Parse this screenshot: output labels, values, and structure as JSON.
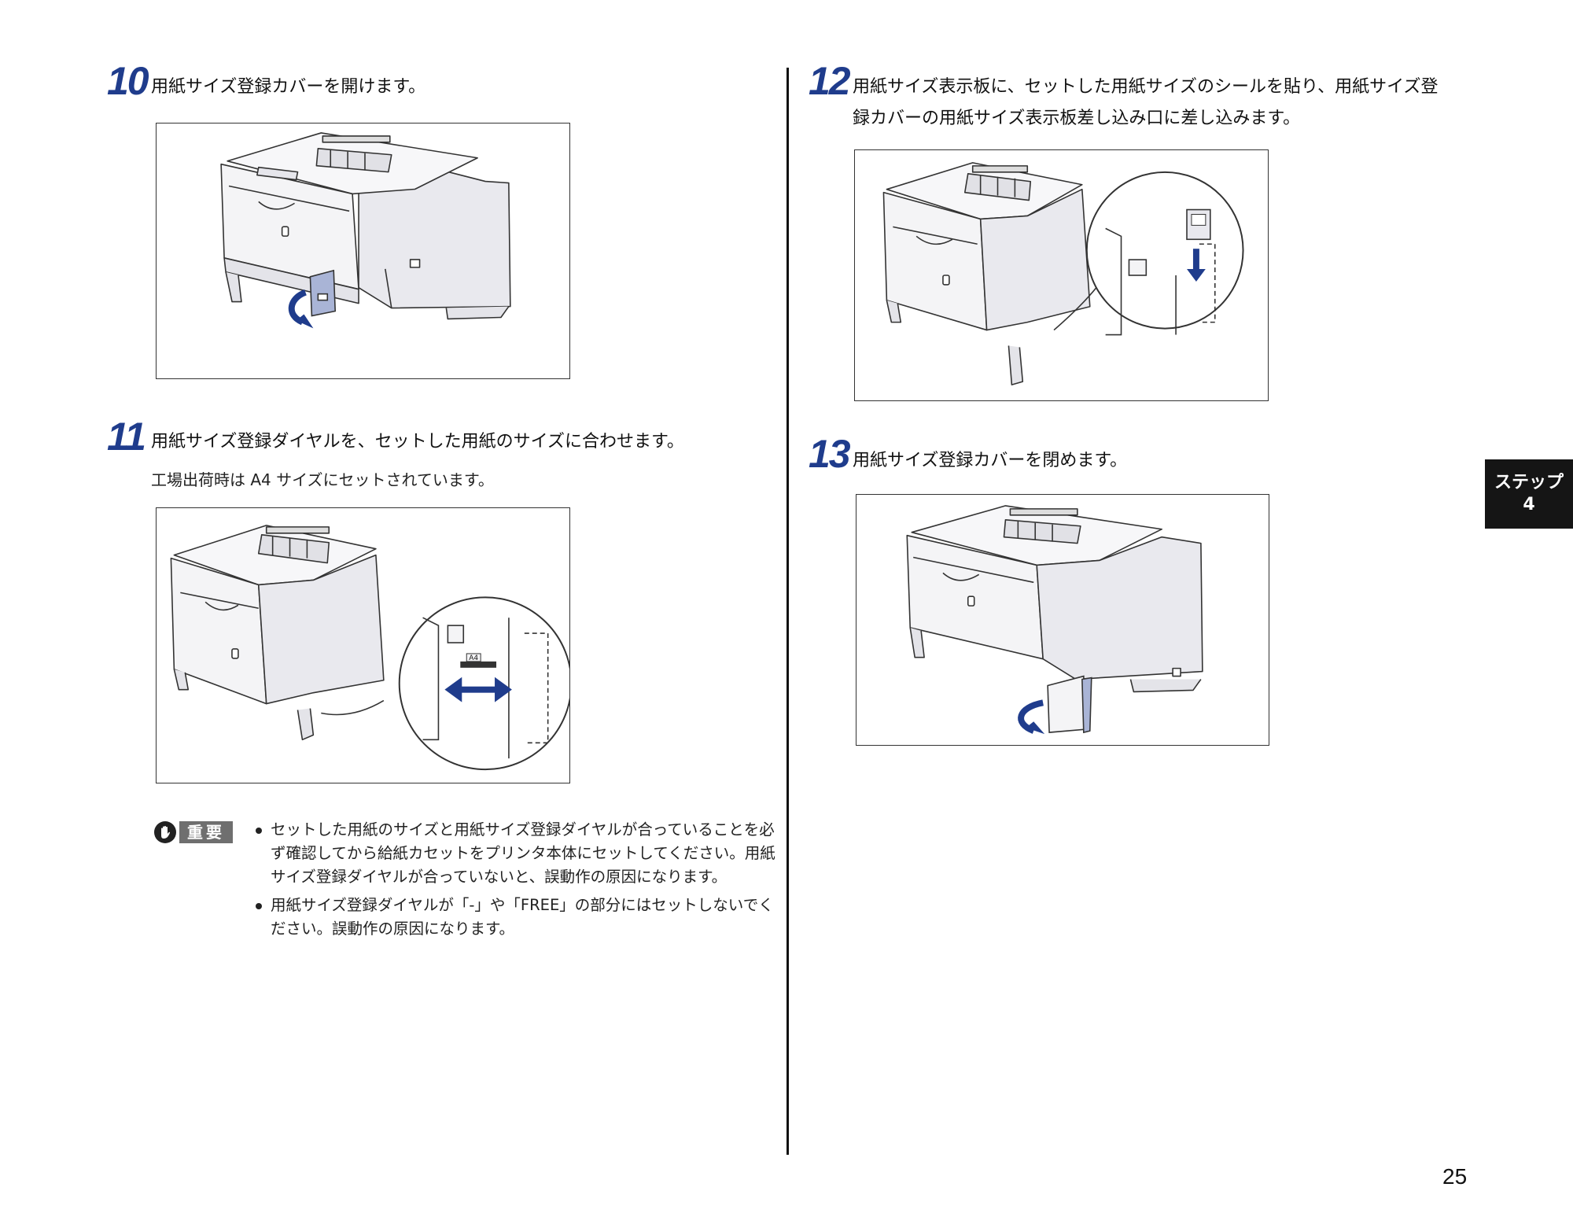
{
  "steps": [
    {
      "number": "10",
      "text": "用紙サイズ登録カバーを開けます。"
    },
    {
      "number": "11",
      "text": "用紙サイズ登録ダイヤルを、セットした用紙のサイズに合わせます。",
      "subtext": "工場出荷時は A4 サイズにセットされています。"
    },
    {
      "number": "12",
      "line1": "用紙サイズ表示板に、セットした用紙サイズのシールを貼り、用紙サイズ登",
      "line2": "録カバーの用紙サイズ表示板差し込み口に差し込みます。"
    },
    {
      "number": "13",
      "text": "用紙サイズ登録カバーを閉めます。"
    }
  ],
  "figure_labels": {
    "dial_size": "A4"
  },
  "important": {
    "label": "重要",
    "icon": "hand-stop-icon",
    "notes": [
      "セットした用紙のサイズと用紙サイズ登録ダイヤルが合っていることを必ず確認してから給紙カセットをプリンタ本体にセットしてください。用紙サイズ登録ダイヤルが合っていないと、誤動作の原因になります。",
      "用紙サイズ登録ダイヤルが「-」や「FREE」の部分にはセットしないでください。誤動作の原因になります。"
    ]
  },
  "side_tab": {
    "line1": "ステップ",
    "line2": "4"
  },
  "page_number": "25",
  "colors": {
    "accent": "#1f3c8c",
    "arrow": "#1f3c8c",
    "cover_highlight": "#a9b4d6",
    "tab_bg": "#151515"
  }
}
